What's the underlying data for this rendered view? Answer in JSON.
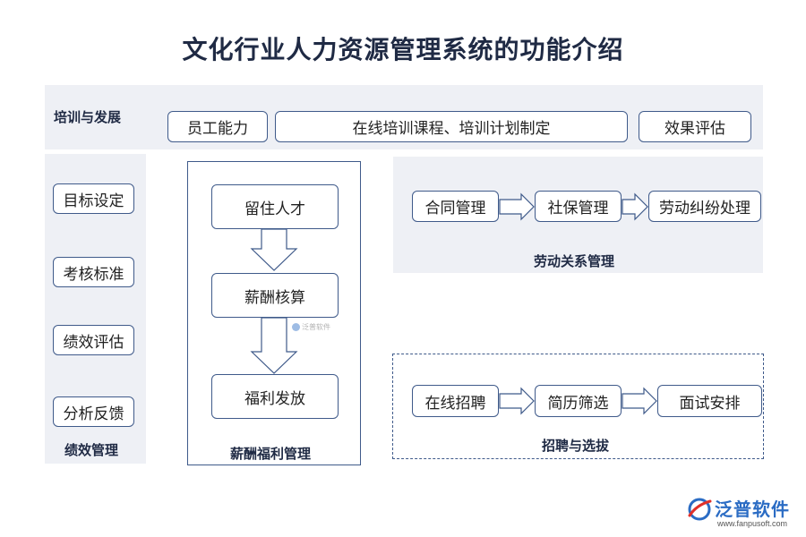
{
  "title": "文化行业人力资源管理系统的功能介绍",
  "training": {
    "label": "培训与发展",
    "items": [
      "员工能力",
      "在线培训课程、培训计划制定",
      "效果评估"
    ]
  },
  "performance": {
    "label": "绩效管理",
    "items": [
      "目标设定",
      "考核标准",
      "绩效评估",
      "分析反馈"
    ]
  },
  "compensation": {
    "label": "薪酬福利管理",
    "items": [
      "留住人才",
      "薪酬核算",
      "福利发放"
    ]
  },
  "labor": {
    "label": "劳动关系管理",
    "items": [
      "合同管理",
      "社保管理",
      "劳动纠纷处理"
    ]
  },
  "recruitment": {
    "label": "招聘与选拔",
    "items": [
      "在线招聘",
      "简历筛选",
      "面试安排"
    ]
  },
  "watermark": {
    "text": "泛普软件"
  },
  "brand": {
    "name": "泛普软件",
    "url": "www.fanpusoft.com"
  },
  "colors": {
    "border": "#3f5a8a",
    "panel": "#eef0f5",
    "title": "#1f2a44",
    "logo_red": "#e0302a",
    "logo_blue": "#2b6cc4"
  }
}
